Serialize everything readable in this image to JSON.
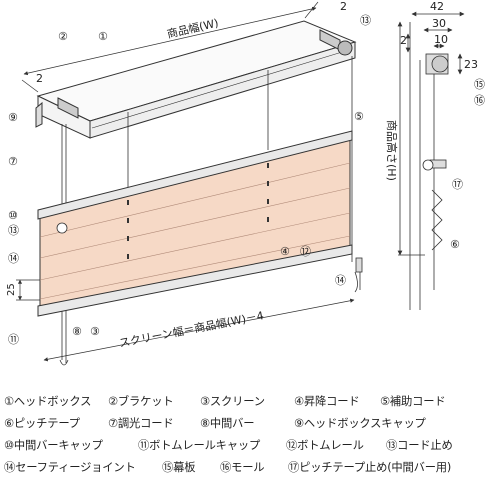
{
  "dims": {
    "width_label": "商品幅(W)",
    "height_label": "商品高さ(H)",
    "screen_label": "スクリーン幅＝商品幅(W)－4",
    "bracket_offset": "2",
    "right_offset": "2",
    "depth": "42",
    "sub_depth": "30",
    "inner": "10",
    "top_gap": "2",
    "head_height": "23",
    "pleat": "25"
  },
  "callouts": [
    "①",
    "②",
    "③",
    "④",
    "⑤",
    "⑥",
    "⑦",
    "⑧",
    "⑨",
    "⑩",
    "⑪",
    "⑫",
    "⑬",
    "⑭",
    "⑮",
    "⑯",
    "⑰"
  ],
  "legend": [
    [
      "①ヘッドボックス",
      "②ブラケット",
      "③スクリーン",
      "④昇降コード",
      "⑤補助コード"
    ],
    [
      "⑥ピッチテープ",
      "⑦調光コード",
      "⑧中間バー",
      "⑨ヘッドボックスキャップ"
    ],
    [
      "⑩中間バーキャップ",
      "⑪ボトムレールキャップ",
      "⑫ボトムレール",
      "⑬コード止め"
    ],
    [
      "⑭セーフティージョイント",
      "⑮幕板",
      "⑯モール",
      "⑰ピッチテープ止め(中間バー用)"
    ]
  ],
  "colors": {
    "screen": "#f6d9c6",
    "line": "#333333",
    "box": "#f4f4f4"
  }
}
